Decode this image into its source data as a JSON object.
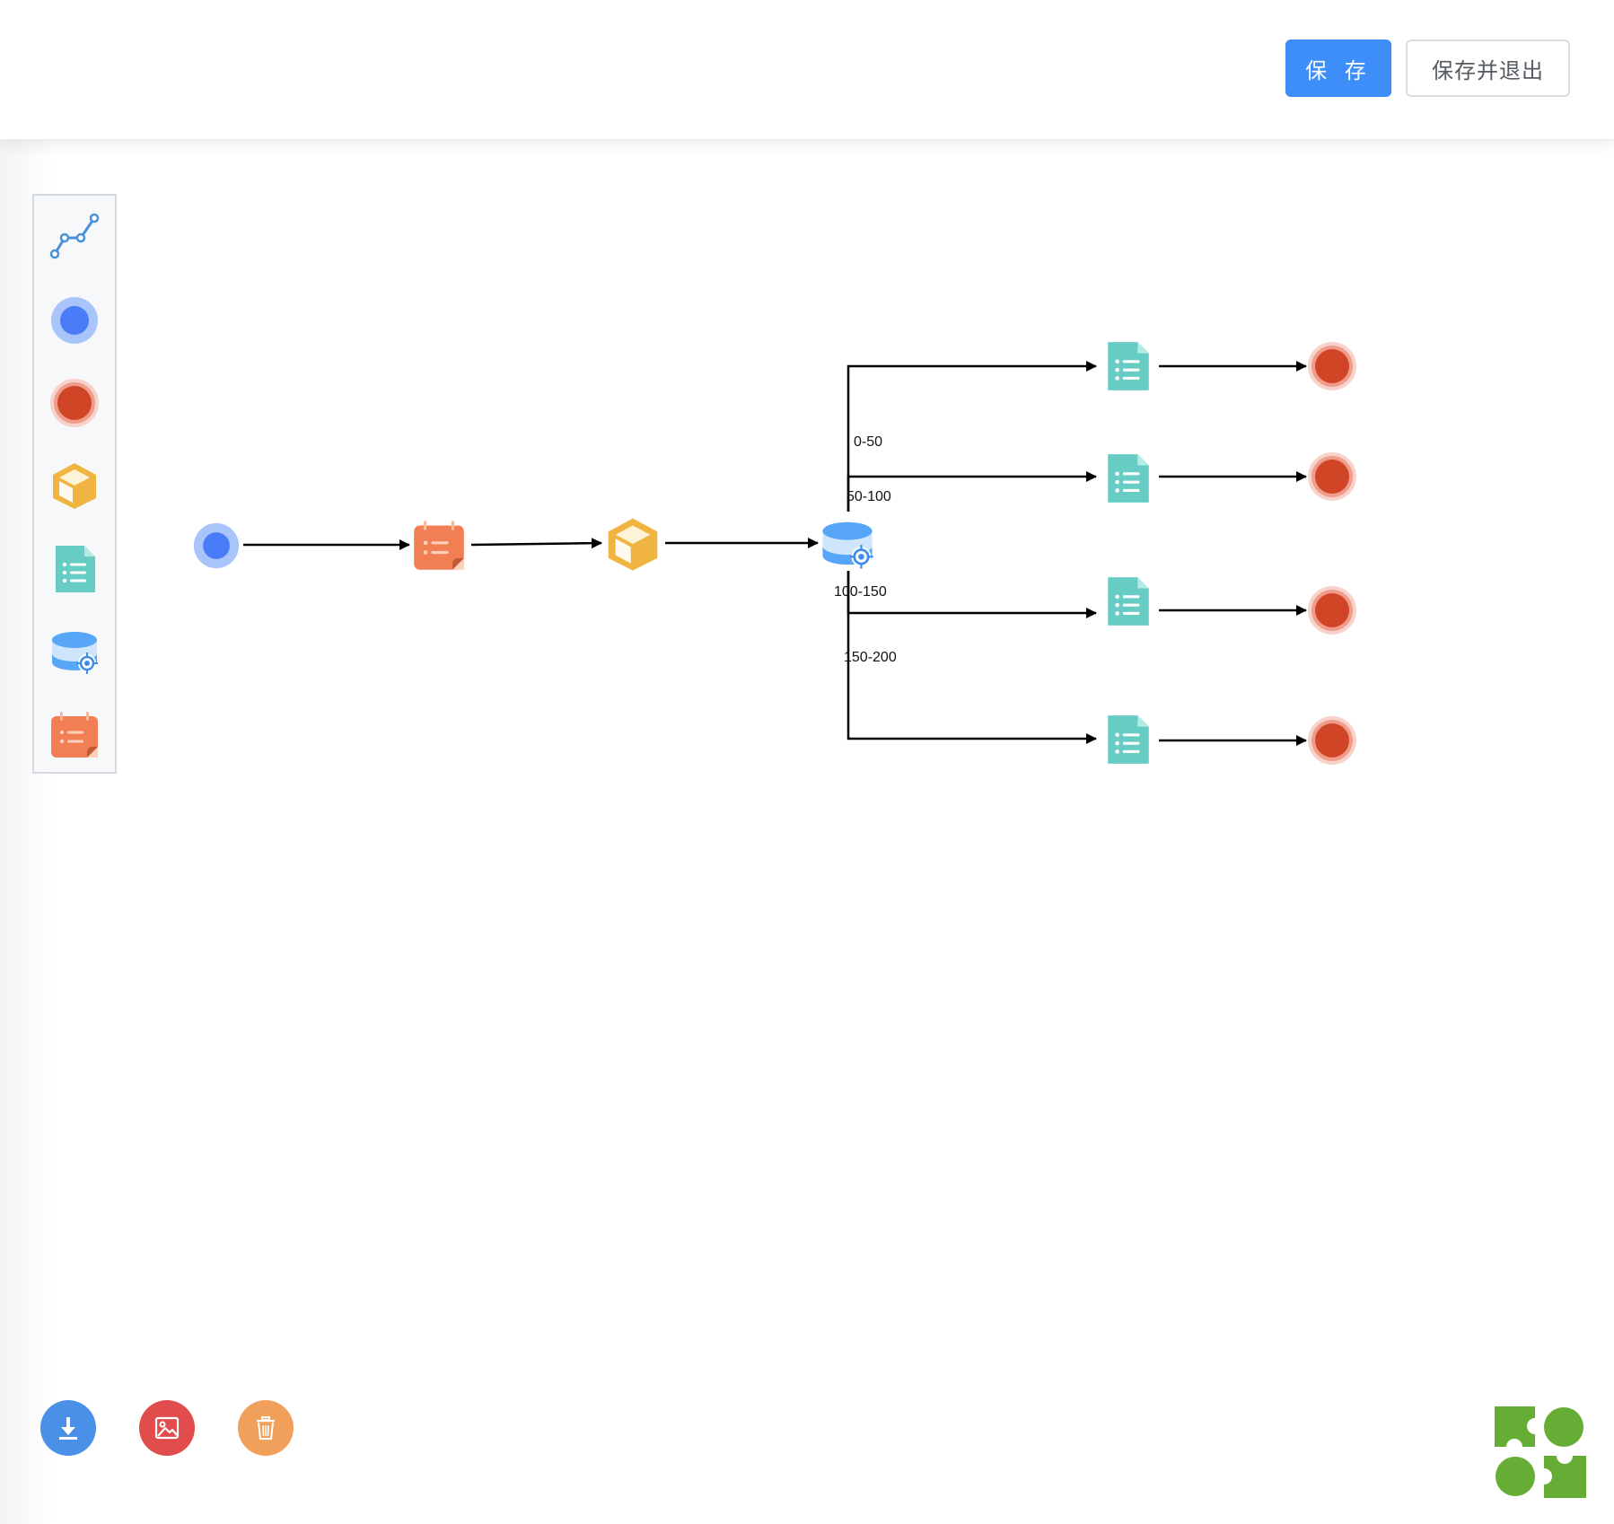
{
  "header": {
    "save_label": "保 存",
    "save_exit_label": "保存并退出"
  },
  "palette": {
    "items": [
      {
        "icon": "polyline-icon"
      },
      {
        "icon": "start-event-icon"
      },
      {
        "icon": "end-event-icon"
      },
      {
        "icon": "cube-task-icon"
      },
      {
        "icon": "document-task-icon"
      },
      {
        "icon": "database-gateway-icon"
      },
      {
        "icon": "calendar-task-icon"
      }
    ]
  },
  "flow": {
    "edge_labels": [
      "0-50",
      "50-100",
      "100-150",
      "150-200"
    ]
  },
  "colors": {
    "primary": "#3d8ef8",
    "start": "#4a7cf7",
    "end": "#cf4526",
    "cube": "#f0b441",
    "document": "#67cdc4",
    "calendar": "#f27f53",
    "database": "#58a6f7",
    "download": "#4a90e8",
    "image": "#e14c4c",
    "delete": "#f0a05a",
    "minimap": "#65ad34"
  },
  "toolbar": {
    "buttons": [
      {
        "icon": "download-icon"
      },
      {
        "icon": "image-icon"
      },
      {
        "icon": "trash-icon"
      }
    ]
  }
}
